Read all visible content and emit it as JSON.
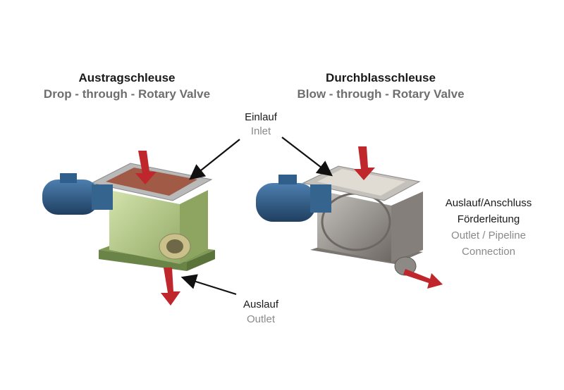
{
  "left_valve": {
    "title_de": "Austragschleuse",
    "title_en": "Drop - through - Rotary Valve"
  },
  "right_valve": {
    "title_de": "Durchblasschleuse",
    "title_en": "Blow - through - Rotary Valve"
  },
  "labels": {
    "inlet_de": "Einlauf",
    "inlet_en": "Inlet",
    "outlet_de": "Auslauf",
    "outlet_en": "Outlet",
    "pipeline_de_1": "Auslauf/Anschluss",
    "pipeline_de_2": "Förderleitung",
    "pipeline_en_1": "Outlet / Pipeline",
    "pipeline_en_2": "Connection"
  },
  "colors": {
    "left_body": "#b5c98a",
    "right_body": "#9a9590",
    "motor": "#2f5f8a",
    "arrow": "#c0272d"
  },
  "icons": [
    "drop-through-rotary-valve",
    "blow-through-rotary-valve",
    "flow-arrow-icon"
  ]
}
